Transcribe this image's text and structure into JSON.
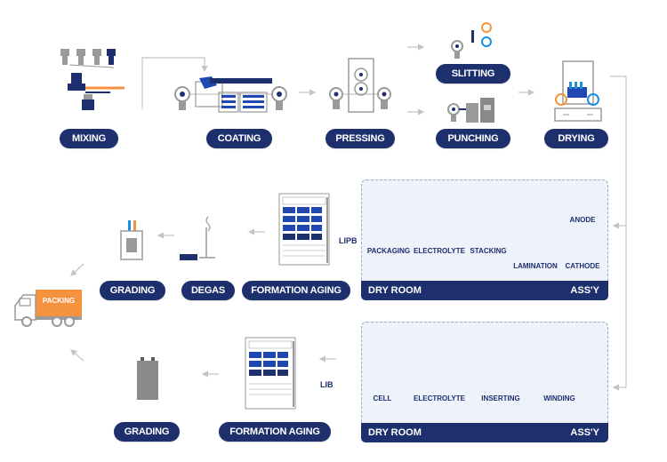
{
  "stages_top": {
    "mixing": "MIXING",
    "coating": "COATING",
    "pressing": "PRESSING",
    "slitting": "SLITTING",
    "punching": "PUNCHING",
    "drying": "DRYING"
  },
  "lipb": {
    "grading": "GRADING",
    "degas": "DEGAS",
    "formation_aging": "FORMATION AGING",
    "tag": "LIPB",
    "dry_room": "DRY ROOM",
    "assy": "ASS'Y",
    "packaging": "PACKAGING",
    "electrolyte": "ELECTROLYTE",
    "stacking": "STACKING",
    "lamination": "LAMINATION",
    "anode": "ANODE",
    "cathode": "CATHODE"
  },
  "truck": {
    "label": "PACKING"
  },
  "lib": {
    "grading": "GRADING",
    "formation_aging": "FORMATION AGING",
    "tag": "LIB",
    "dry_room": "DRY ROOM",
    "assy": "ASS'Y",
    "cell": "CELL",
    "electrolyte": "ELECTROLYTE",
    "inserting": "INSERTING",
    "winding": "WINDING"
  },
  "colors": {
    "navy": "#1e2f6e",
    "blue": "#1f48b0",
    "sky": "#1b8fe0",
    "orange": "#f5923e",
    "gray": "#9a9a9a",
    "light": "#eef2fa"
  }
}
